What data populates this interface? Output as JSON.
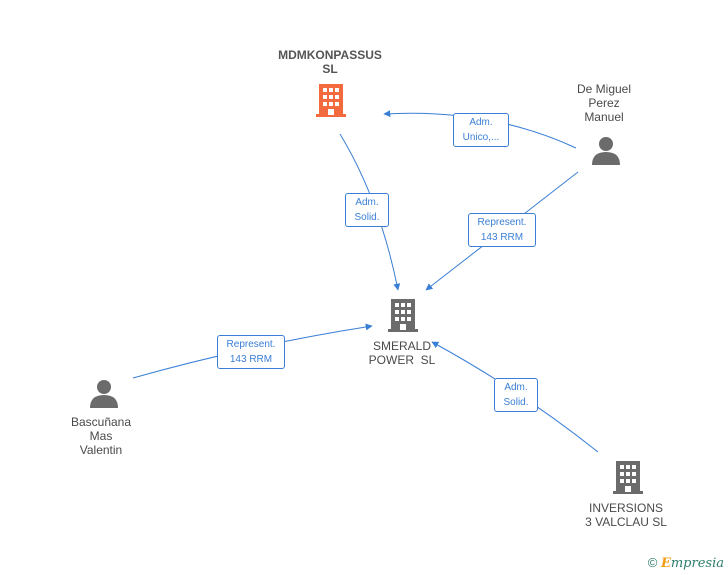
{
  "colors": {
    "edge": "#3a7fd5",
    "company_main": "#f26a3d",
    "company": "#6b6b6b",
    "person": "#6b6b6b"
  },
  "nodes": {
    "mdmkonpassus": {
      "line1": "MDMKONPASSUS",
      "line2": "SL",
      "icon": "building-icon"
    },
    "de_miguel": {
      "line1": "De Miguel",
      "line2": "Perez",
      "line3": "Manuel",
      "icon": "person-icon"
    },
    "smerald": {
      "line1": "SMERALD",
      "line2": "POWER  SL",
      "icon": "building-icon"
    },
    "bascunana": {
      "line1": "Bascuñana",
      "line2": "Mas",
      "line3": "Valentin",
      "icon": "person-icon"
    },
    "inversions": {
      "line1": "INVERSIONS",
      "line2": "3 VALCLAU SL",
      "icon": "building-icon"
    }
  },
  "edges": {
    "demiguel_mdm": {
      "line1": "Adm.",
      "line2": "Unico,..."
    },
    "mdm_smerald": {
      "line1": "Adm.",
      "line2": "Solid."
    },
    "demiguel_smerald": {
      "line1": "Represent.",
      "line2": "143 RRM"
    },
    "bascunana_smerald": {
      "line1": "Represent.",
      "line2": "143 RRM"
    },
    "inversions_smerald": {
      "line1": "Adm.",
      "line2": "Solid."
    }
  },
  "footer": {
    "copyright": "©",
    "brand_initial": "E",
    "brand_rest": "mpresia"
  }
}
